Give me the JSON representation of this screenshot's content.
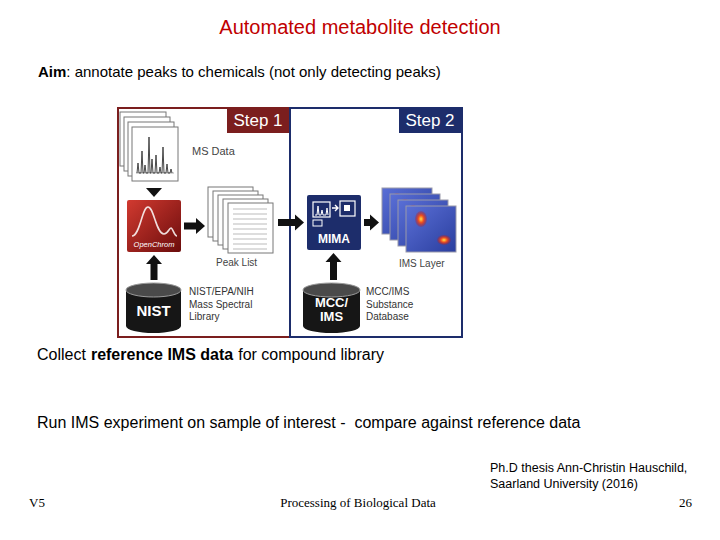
{
  "diagram": {
    "title": "Automated metabolite detection",
    "nodes": [
      {
        "text": [
          "Step 1"
        ]
      },
      {
        "text": [
          "MS Data"
        ],
        "in": 0
      },
      {
        "text": [
          "OpenChrom"
        ],
        "in": 0
      },
      {
        "text": [
          "Peak List"
        ],
        "in": 0
      },
      {
        "text": [
          "NIST",
          "NIST/EPA/NIH Mass Spectral Library"
        ],
        "in": 0
      },
      {
        "text": [
          "Step 2"
        ]
      },
      {
        "text": [
          "MIMA"
        ],
        "in": 5
      },
      {
        "text": [
          "IMS Layer"
        ],
        "in": 5
      },
      {
        "text": [
          "MCC/ IMS",
          "MCC/IMS Substance Database"
        ],
        "in": 5
      }
    ],
    "edges": [
      {
        "from": 1,
        "to": 2,
        "arrow": "to"
      },
      {
        "from": 4,
        "to": 2,
        "arrow": "to"
      },
      {
        "from": 2,
        "to": 3,
        "arrow": "to"
      },
      {
        "from": 3,
        "to": 6,
        "arrow": "to"
      },
      {
        "from": 6,
        "to": 7,
        "arrow": "to"
      },
      {
        "from": 8,
        "to": 6,
        "arrow": "to"
      }
    ],
    "labels": [
      "Aim",
      ": annotate peaks to chemicals (not only detecting peaks)",
      "Collect",
      "reference IMS data",
      "for compound library",
      "Run IMS experiment on sample of interest -  compare against reference data",
      "Ph.D thesis Ann-Christin Hauschild, Saarland University (2016)",
      "V5",
      "Processing of Biological Data",
      "26"
    ]
  }
}
